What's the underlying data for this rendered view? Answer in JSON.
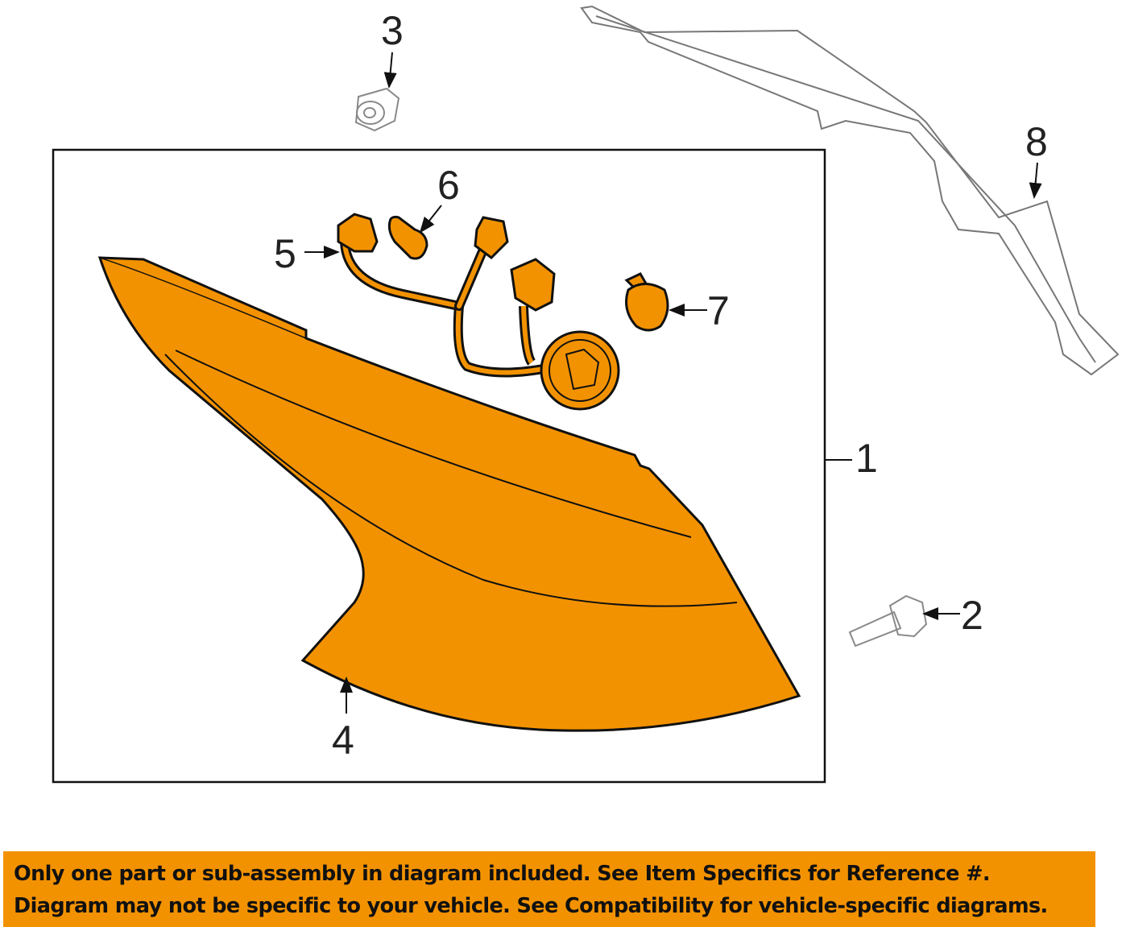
{
  "diagram": {
    "callouts": [
      "1",
      "2",
      "3",
      "4",
      "5",
      "6",
      "7",
      "8"
    ],
    "colors": {
      "part": "#F39200",
      "outline": "#111111",
      "banner": "#F39200"
    }
  },
  "banner": {
    "line1": "Only one part or sub-assembly in diagram included. See Item Specifics for Reference #.",
    "line2": "Diagram may not be specific to your vehicle. See Compatibility for vehicle-specific diagrams."
  }
}
